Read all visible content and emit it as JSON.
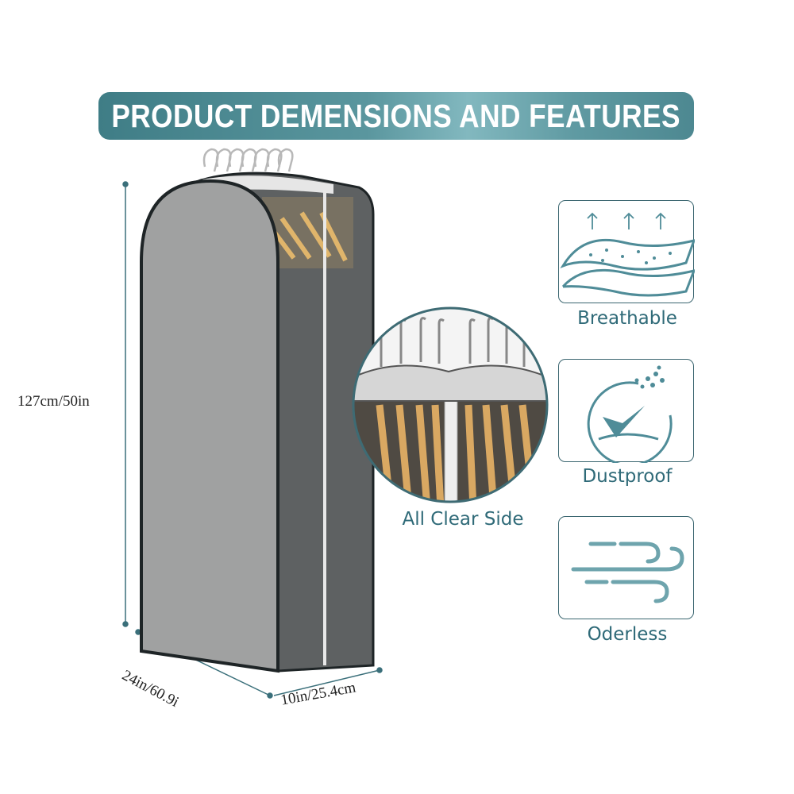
{
  "title": "PRODUCT DEMENSIONS AND FEATURES",
  "dimensions": {
    "height": "127cm/50in",
    "width": "24in/60.9i",
    "depth": "10in/25.4cm"
  },
  "detail_label": "All Clear Side",
  "features": [
    {
      "label": "Breathable",
      "icon": "breathable-icon"
    },
    {
      "label": "Dustproof",
      "icon": "dustproof-icon"
    },
    {
      "label": "Oderless",
      "icon": "odorless-icon"
    }
  ],
  "colors": {
    "accent": "#3f7d86",
    "text": "#2f6a78",
    "bag": "#9a9b9b"
  }
}
